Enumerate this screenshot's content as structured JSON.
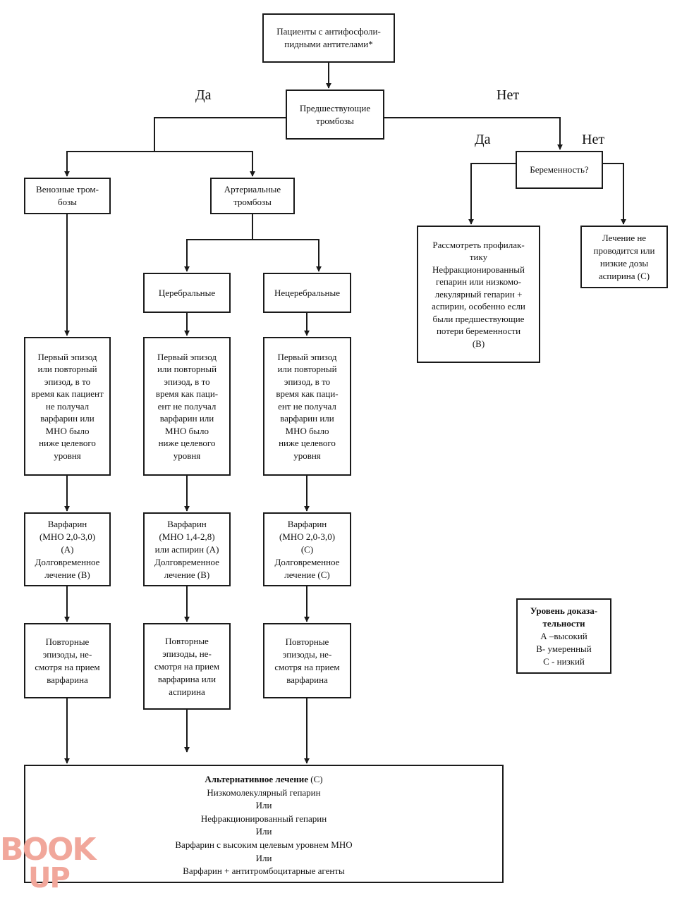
{
  "nodes": {
    "root": [
      "Пациенты с антифосфоли-",
      "пидными антителами*"
    ],
    "prior_thrombosis": [
      "Предшествующие",
      "тромбозы"
    ],
    "pregnancy": [
      "Беременность?"
    ],
    "venous": [
      "Венозные тром-",
      "бозы"
    ],
    "arterial": [
      "Артериальные",
      "тромбозы"
    ],
    "cerebral": [
      "Церебральные"
    ],
    "noncerebral": [
      "Нецеребральные"
    ],
    "prophylaxis": [
      "Рассмотреть профилак-",
      "тику",
      "Нефракционированный",
      "гепарин или низкомо-",
      "лекулярный гепарин +",
      "аспирин, особенно если",
      "были предшествующие",
      "потери беременности",
      "(В)"
    ],
    "no_treatment": [
      "Лечение не",
      "проводится или",
      "низкие дозы",
      "аспирина (С)"
    ],
    "episode_1": [
      "Первый эпизод",
      "или повторный",
      "эпизод, в то",
      "время как пациент",
      "не получал",
      "варфарин или",
      "МНО было",
      "ниже целевого",
      "уровня"
    ],
    "episode_2": [
      "Первый эпизод",
      "или повторный",
      "эпизод, в то",
      "время как паци-",
      "ент не получал",
      "варфарин или",
      "МНО было",
      "ниже целевого",
      "уровня"
    ],
    "episode_3": [
      "Первый эпизод",
      "или повторный",
      "эпизод, в то",
      "время как паци-",
      "ент не получал",
      "варфарин или",
      "МНО было",
      "ниже целевого",
      "уровня"
    ],
    "warfarin_1": [
      "Варфарин",
      "(МНО 2,0-3,0)",
      "(А)",
      "Долговременное",
      "лечение (В)"
    ],
    "warfarin_2": [
      "Варфарин",
      "(МНО 1,4-2,8)",
      "или аспирин (А)",
      "Долговременное",
      "лечение (В)"
    ],
    "warfarin_3": [
      "Варфарин",
      "(МНО 2,0-3,0)",
      "(С)",
      "Долговременное",
      "лечение (С)"
    ],
    "repeat_1": [
      "Повторные",
      "эпизоды, не-",
      "смотря на прием",
      "варфарина"
    ],
    "repeat_2": [
      "Повторные",
      "эпизоды, не-",
      "смотря на прием",
      "варфарина или",
      "аспирина"
    ],
    "repeat_3": [
      "Повторные",
      "эпизоды, не-",
      "смотря на прием",
      "варфарина"
    ]
  },
  "alternative": {
    "title": "Альтернативное лечение",
    "grade": " (С)",
    "lines": [
      "Низкомолекулярный гепарин",
      "Или",
      "Нефракционированный гепарин",
      "Или",
      "Варфарин с высоким целевым уровнем МНО",
      "Или",
      "Варфарин + антитромбоцитарные агенты"
    ]
  },
  "legend": {
    "title": [
      "Уровень доказа-",
      "тельности"
    ],
    "items": [
      "А –высокий",
      "В- умеренный",
      "С - низкий"
    ]
  },
  "branch_labels": {
    "yes_main": "Да",
    "no_main": "Нет",
    "yes_pregnancy": "Да",
    "no_pregnancy": "Нет"
  },
  "watermark": {
    "top": "BOOK",
    "bottom": "UP"
  },
  "colors": {
    "line": "#1a1a1a",
    "watermark": "#f1a79b"
  }
}
